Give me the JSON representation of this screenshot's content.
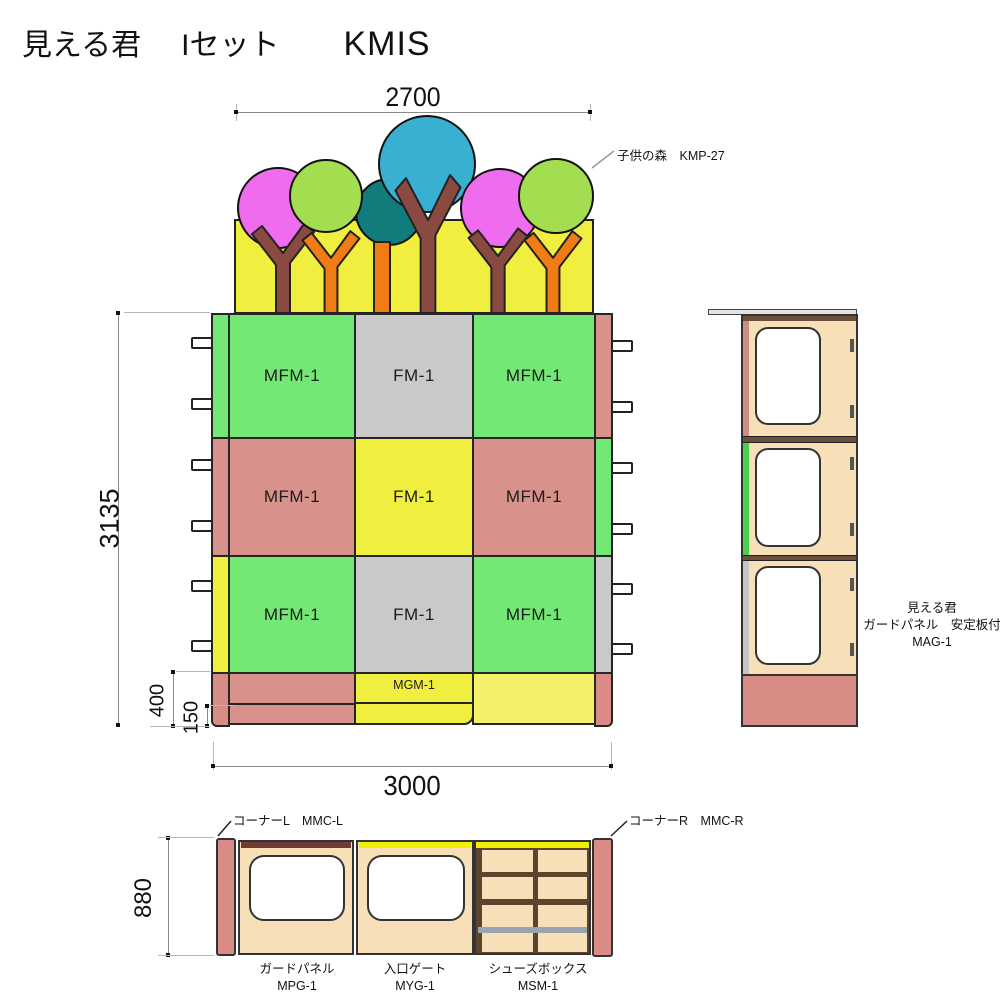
{
  "page_title": {
    "product": "見える君",
    "set": "Iセット",
    "code": "KMIS"
  },
  "front_view": {
    "width_dim": "2700",
    "height_dim": "3135",
    "base_height_dim": "400",
    "base_lower_dim": "150",
    "total_width_dim": "3000",
    "tree_panel_label": "子供の森　KMP-27",
    "base_label": "MGM-1",
    "grid_rows": [
      {
        "cells": [
          {
            "label": "MFM-1"
          },
          {
            "label": "FM-1"
          },
          {
            "label": "MFM-1"
          }
        ]
      },
      {
        "cells": [
          {
            "label": "MFM-1"
          },
          {
            "label": "FM-1"
          },
          {
            "label": "MFM-1"
          }
        ]
      },
      {
        "cells": [
          {
            "label": "MFM-1"
          },
          {
            "label": "FM-1"
          },
          {
            "label": "MFM-1"
          }
        ]
      }
    ]
  },
  "side_view": {
    "line1": "見える君",
    "line2": "ガードパネル　安定板付",
    "line3": "MAG-1"
  },
  "bottom_view": {
    "height_dim": "880",
    "corner_left": "コーナーL　MMC-L",
    "corner_right": "コーナーR　MMC-R",
    "labels": [
      {
        "name": "ガードパネル",
        "code": "MPG-1"
      },
      {
        "name": "入口ゲート",
        "code": "MYG-1"
      },
      {
        "name": "シューズボックス",
        "code": "MSM-1"
      }
    ]
  },
  "colors": {
    "green": "#74e874",
    "gray": "#c9c9c9",
    "salmon": "#d9918c",
    "yellow": "#f0ee3e",
    "light_yellow": "#f4f168",
    "panel_beige": "#f7dfb8",
    "corner_salmon": "#d98b85",
    "magenta": "#ef6cee",
    "leaf_green": "#a3de51",
    "cyan": "#39afd1",
    "teal": "#127c7c",
    "trunk_brown": "#8b4a41",
    "trunk_orange": "#f17c15",
    "divider_brown": "#5c452f",
    "side_bar_brown": "#6b4f3d",
    "dark_maroon": "#6f3b33",
    "strip_yellow": "#eef000",
    "side_green": "#4ad14a",
    "side_salmon": "#cf8d86",
    "side_gray": "#c6c6c6",
    "gray_divider": "#9aa3ae"
  }
}
